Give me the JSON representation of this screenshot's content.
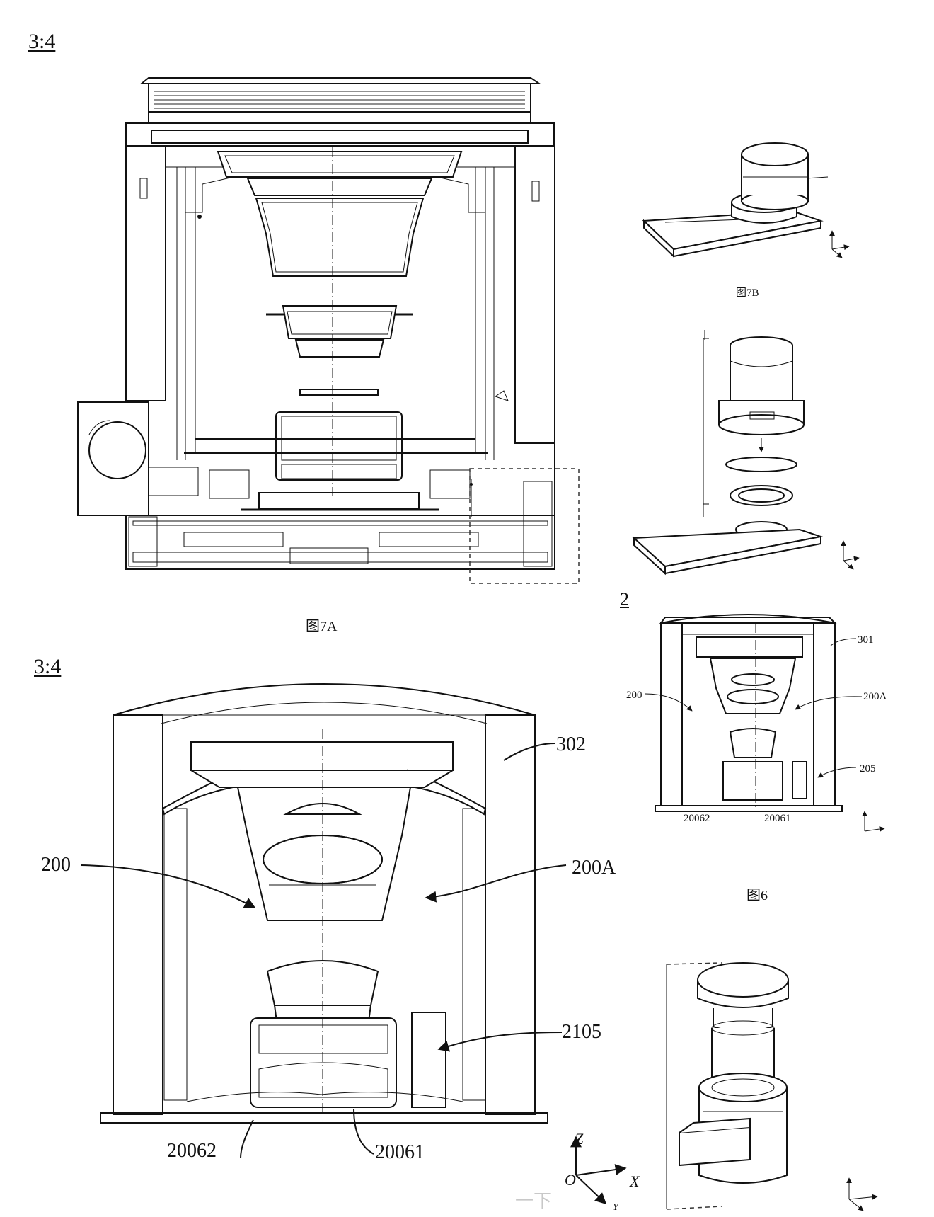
{
  "ratios": {
    "top": "3:4",
    "bottom": "3:4",
    "right": "2"
  },
  "figures": {
    "fig7a": "图7A",
    "fig7b": "图7B",
    "fig6": "图6"
  },
  "callouts_main": {
    "c200": "200",
    "c200a": "200A",
    "c302": "302",
    "c2105": "2105",
    "c20062": "20062",
    "c20061": "20061"
  },
  "callouts_fig6": {
    "c200": "200",
    "c200a": "200A",
    "c301": "301",
    "c205": "205",
    "c20062": "20062",
    "c20061": "20061"
  },
  "axes": {
    "x": "X",
    "y": "Y",
    "z": "Z",
    "o": "O"
  },
  "watermark": "一下"
}
